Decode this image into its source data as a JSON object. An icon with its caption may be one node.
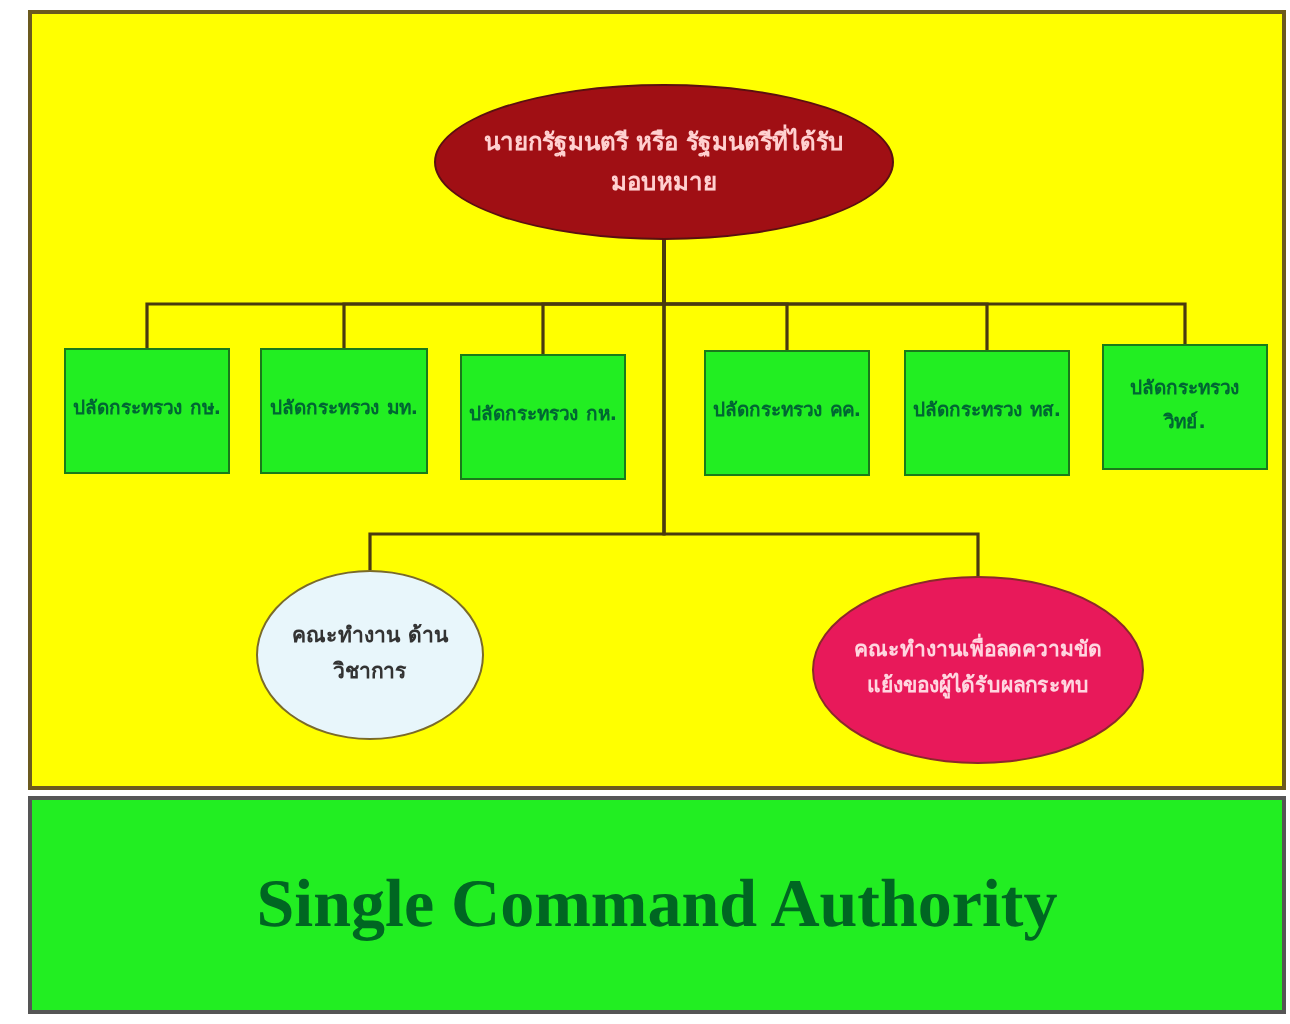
{
  "diagram": {
    "nodes": [
      {
        "text": [],
        "shape": "box"
      },
      {
        "text": [
          "นายกรัฐมนตรี หรือ รัฐมนตรีที่ได้รับมอบหมาย"
        ],
        "in": 0
      },
      {
        "text": [
          "ปลัดกระทรวง กษ."
        ],
        "in": 0
      },
      {
        "text": [
          "ปลัดกระทรวง มท."
        ],
        "in": 0
      },
      {
        "text": [
          "ปลัดกระทรวง กห."
        ],
        "in": 0
      },
      {
        "text": [
          "ปลัดกระทรวง คค."
        ],
        "in": 0
      },
      {
        "text": [
          "ปลัดกระทรวง ทส."
        ],
        "in": 0
      },
      {
        "text": [
          "ปลัดกระทรวง วิทย์."
        ],
        "in": 0
      },
      {
        "text": [
          "คณะทำงาน ด้านวิชาการ"
        ],
        "in": 0
      },
      {
        "text": [
          "คณะทำงานเพื่อลดความขัดแย้งของผู้ได้รับผลกระทบ"
        ],
        "in": 0
      },
      {
        "text": [
          "Single Command Authority"
        ]
      }
    ],
    "edges": [
      {
        "from": 1,
        "to": 2,
        "arrow": "none"
      },
      {
        "from": 1,
        "to": 3,
        "arrow": "none"
      },
      {
        "from": 1,
        "to": 4,
        "arrow": "none"
      },
      {
        "from": 1,
        "to": 5,
        "arrow": "none"
      },
      {
        "from": 1,
        "to": 6,
        "arrow": "none"
      },
      {
        "from": 1,
        "to": 7,
        "arrow": "none"
      },
      {
        "from": 1,
        "to": 8,
        "arrow": "none"
      },
      {
        "from": 1,
        "to": 9,
        "arrow": "none"
      }
    ]
  }
}
